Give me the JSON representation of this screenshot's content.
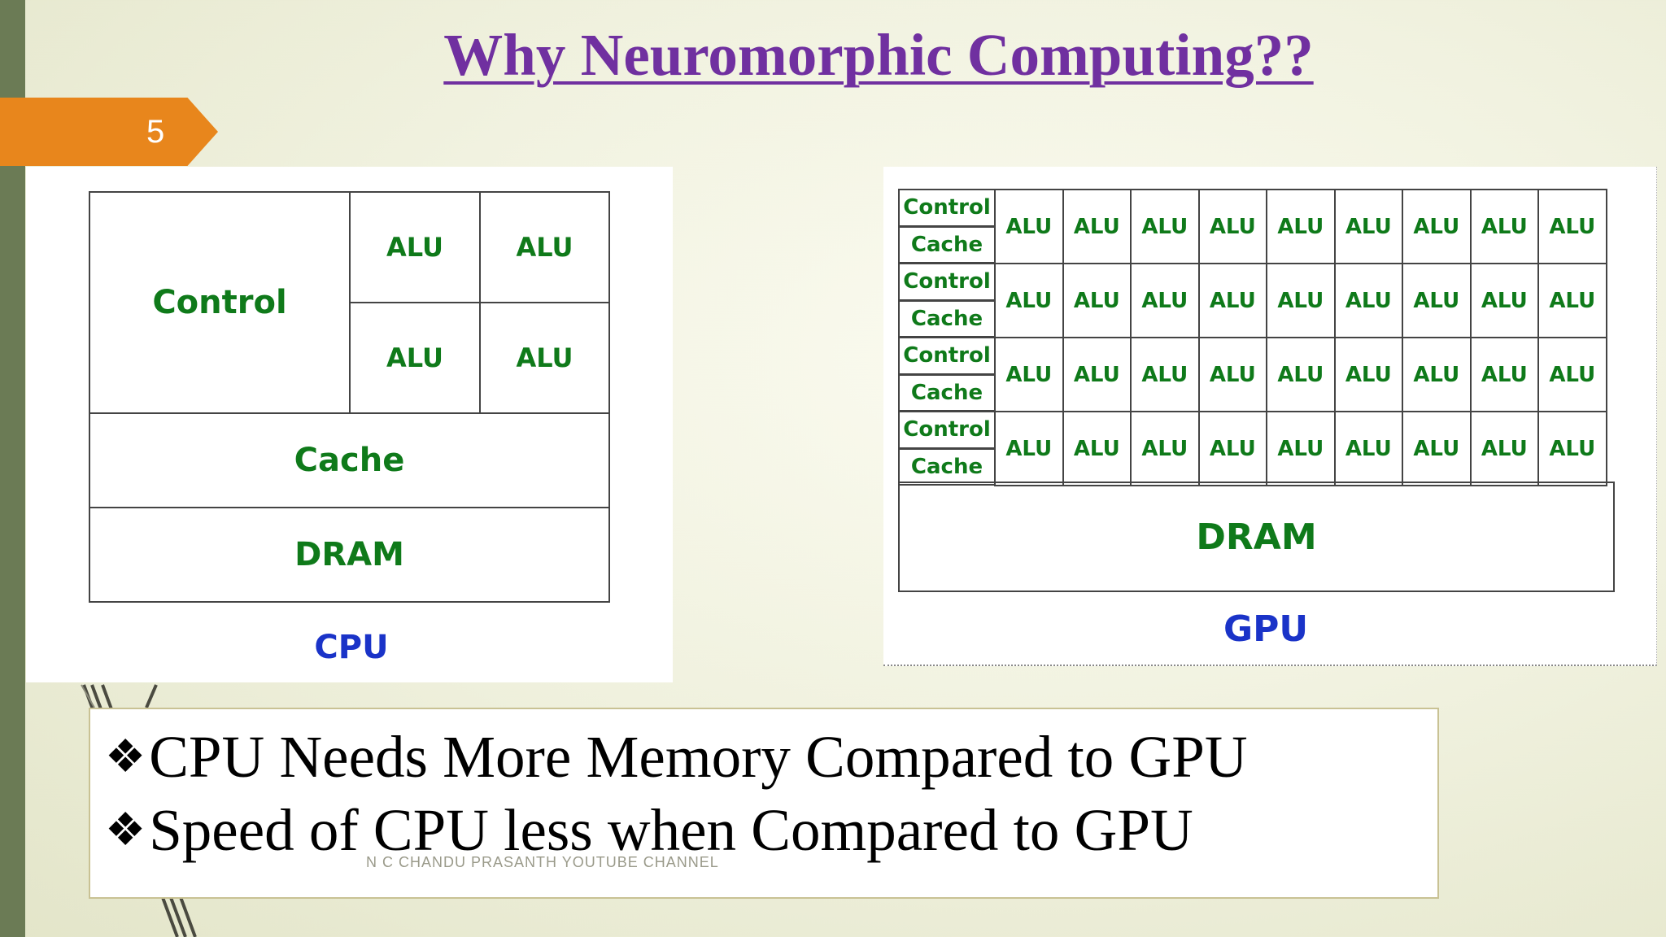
{
  "slide": {
    "title": "Why Neuromorphic Computing??",
    "number": "5",
    "footer": "N C CHANDU PRASANTH YOUTUBE CHANNEL"
  },
  "cpu": {
    "control_label": "Control",
    "alu_label": "ALU",
    "cache_label": "Cache",
    "dram_label": "DRAM",
    "caption": "CPU"
  },
  "gpu": {
    "control_label": "Control",
    "cache_label": "Cache",
    "alu_label": "ALU",
    "dram_label": "DRAM",
    "caption": "GPU"
  },
  "bullets": {
    "icon": "diamond-bullet-icon",
    "items": [
      "CPU Needs More Memory Compared to GPU",
      "Speed of CPU less when Compared to GPU"
    ]
  },
  "colors": {
    "title": "#7030a0",
    "label_green": "#0f7a1a",
    "caption_blue": "#1a33c8",
    "accent_orange": "#e8861c",
    "left_bar": "#6b7b55"
  }
}
